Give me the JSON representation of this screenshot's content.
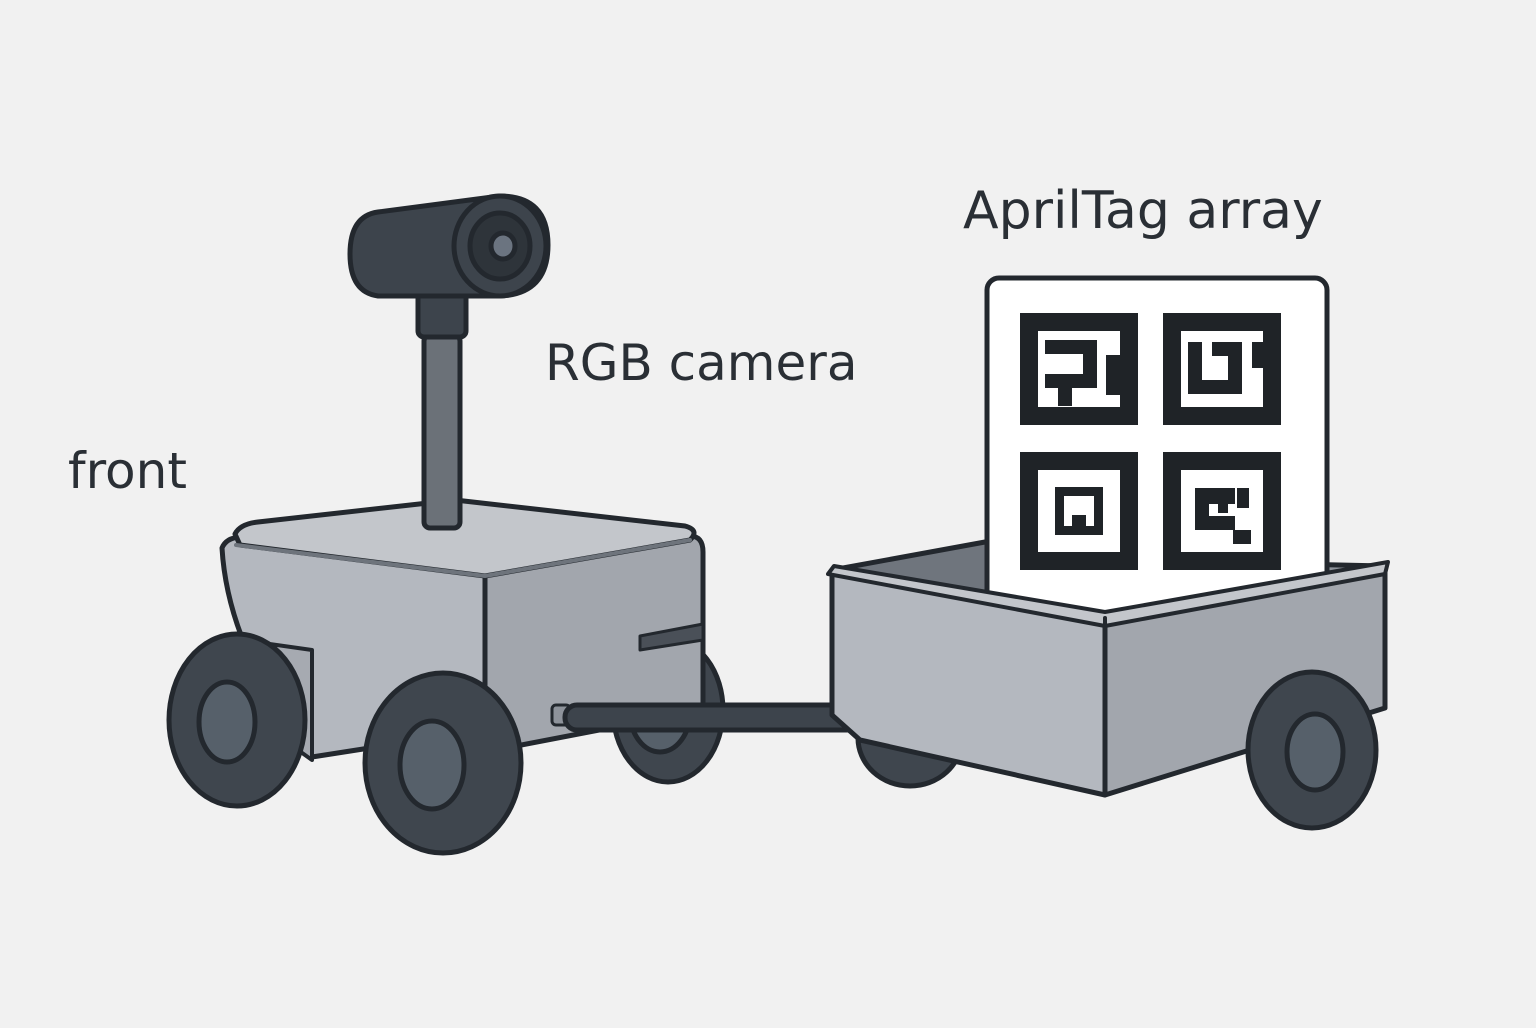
{
  "labels": {
    "front": "front",
    "rgb_camera": "RGB camera",
    "apriltag_array": "AprilTag array"
  },
  "colors": {
    "background": "#f1f1f1",
    "outline": "#23282e",
    "body_light": "#b4b8bf",
    "body_mid": "#a2a6ad",
    "body_dark": "#8e939b",
    "wheel": "#3f464e",
    "hub": "#56606a",
    "camera": "#3d444c",
    "tag_black": "#1f2327",
    "tag_white": "#ffffff"
  },
  "icons": {
    "robot": "wheeled-rover-icon",
    "camera": "rgb-camera-icon",
    "trailer": "cart-trailer-icon",
    "tags": "apriltag-grid-icon"
  }
}
